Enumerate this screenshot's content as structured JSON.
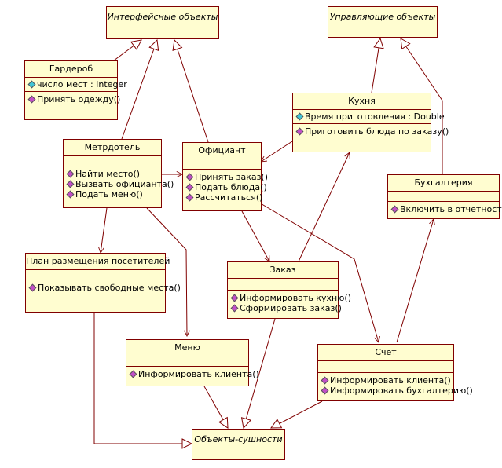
{
  "diagram": {
    "interfaces": {
      "interface_objects": "Интерфейсные объекты",
      "control_objects": "Управляющие объекты",
      "entity_objects": "Объекты-сущности"
    },
    "classes": {
      "garderob": {
        "name": "Гардероб",
        "attrs": [
          "число мест : Integer"
        ],
        "ops": [
          "Принять одежду()"
        ]
      },
      "kuhnya": {
        "name": "Кухня",
        "attrs": [
          "Время приготовления : Double"
        ],
        "ops": [
          "Приготовить блюда по заказу()"
        ]
      },
      "metrdotel": {
        "name": "Метрдотель",
        "attrs": [],
        "ops": [
          "Найти место()",
          "Вызвать официанта()",
          "Подать меню()"
        ]
      },
      "oficiant": {
        "name": "Официант",
        "attrs": [],
        "ops": [
          "Принять заказ()",
          "Подать блюда()",
          "Рассчитаться()"
        ]
      },
      "buhgalteriya": {
        "name": "Бухгалтерия",
        "attrs": [],
        "ops": [
          "Включить в отчетность()"
        ]
      },
      "plan": {
        "name": "План размещения посетителей",
        "attrs": [],
        "ops": [
          "Показывать свободные места()"
        ]
      },
      "zakaz": {
        "name": "Заказ",
        "attrs": [],
        "ops": [
          "Информировать кухню()",
          "Сформировать заказ()"
        ]
      },
      "menu": {
        "name": "Меню",
        "attrs": [],
        "ops": [
          "Информировать клиента()"
        ]
      },
      "schet": {
        "name": "Счет",
        "attrs": [],
        "ops": [
          "Информировать клиента()",
          "Информировать бухгалтерию()"
        ]
      }
    }
  }
}
